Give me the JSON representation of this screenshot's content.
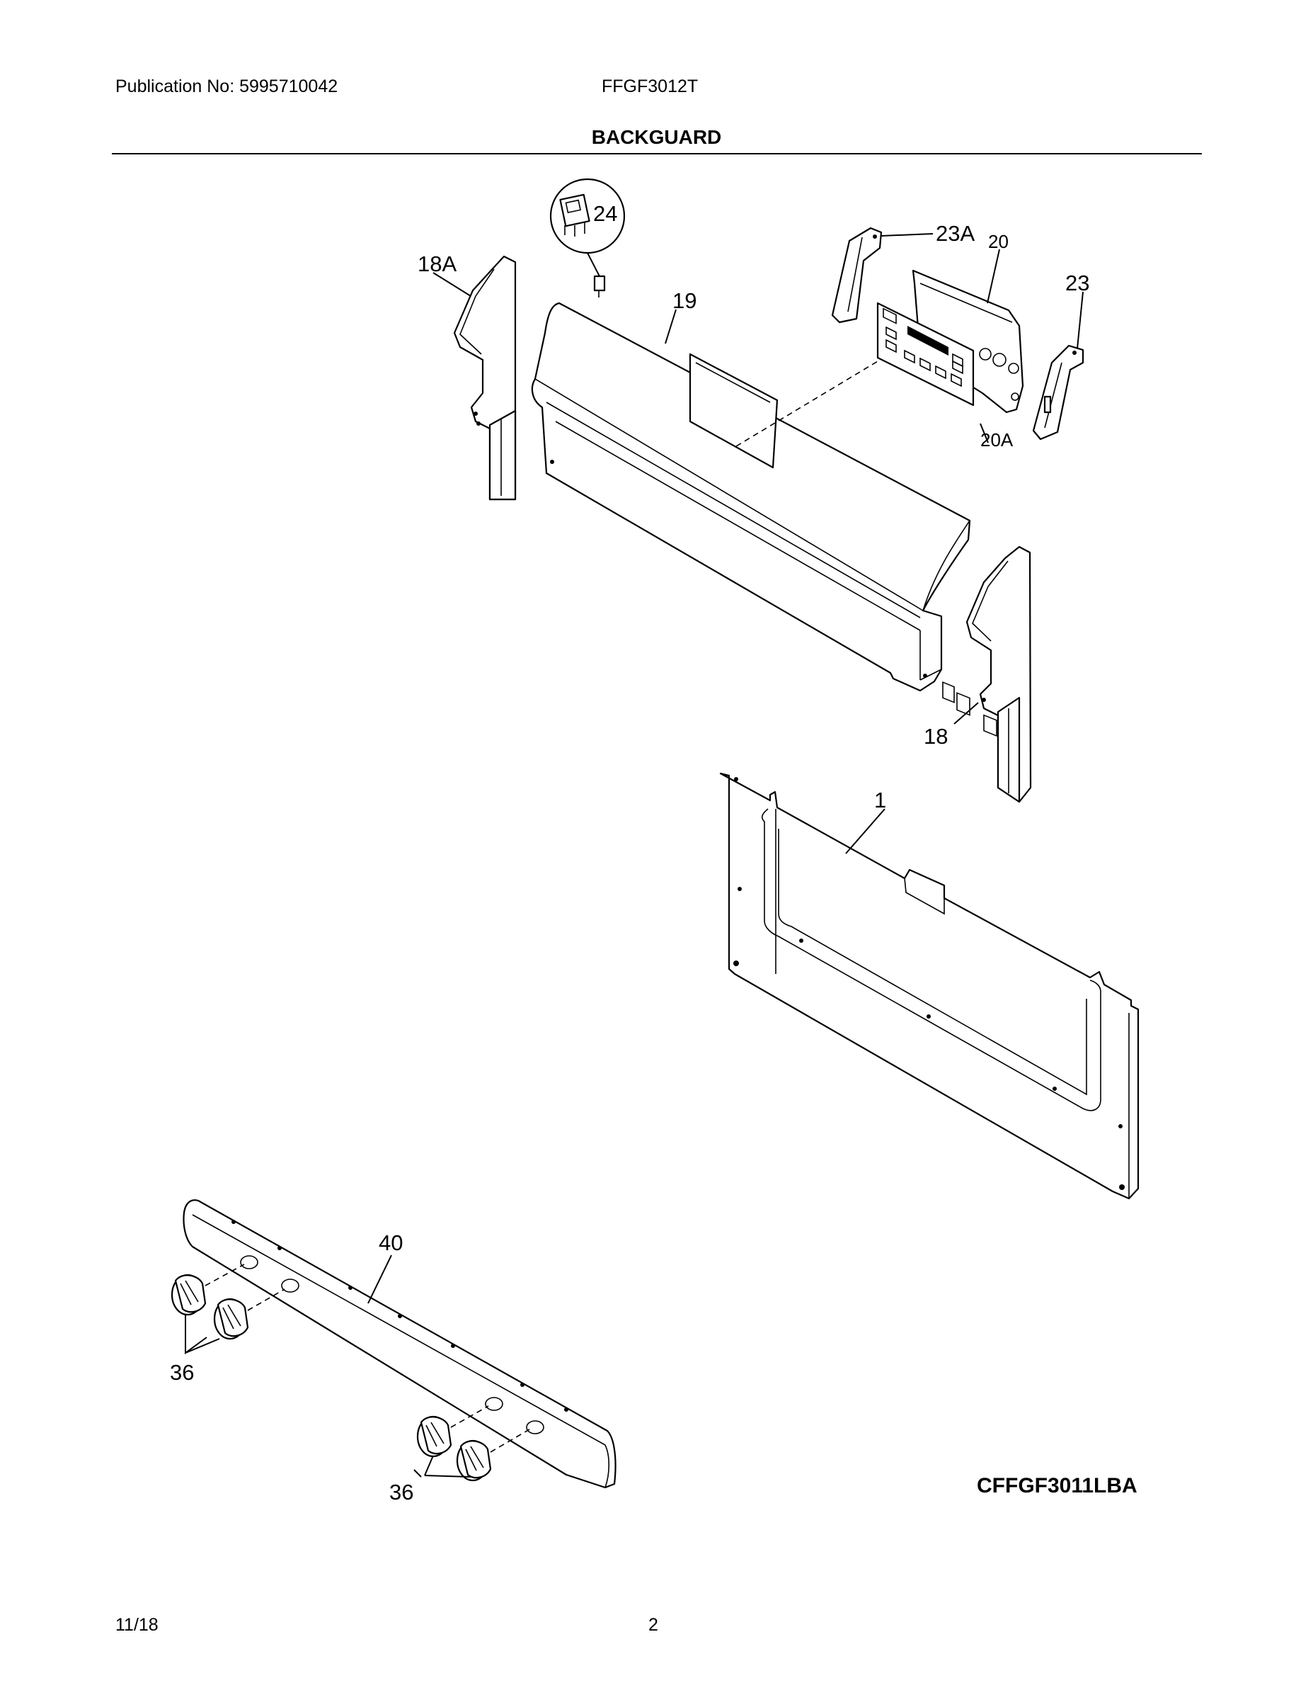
{
  "header": {
    "publication": "Publication No: 5995710042",
    "model": "FFGF3012T",
    "section_title": "BACKGUARD"
  },
  "callouts": {
    "c24": "24",
    "c18a": "18A",
    "c19": "19",
    "c23a": "23A",
    "c20": "20",
    "c23": "23",
    "c20a": "20A",
    "c18": "18",
    "c1": "1",
    "c40": "40",
    "c36_upper": "36",
    "c36_lower": "36"
  },
  "diagram_code": "CFFGF3011LBA",
  "footer": {
    "date": "11/18",
    "page": "2"
  }
}
